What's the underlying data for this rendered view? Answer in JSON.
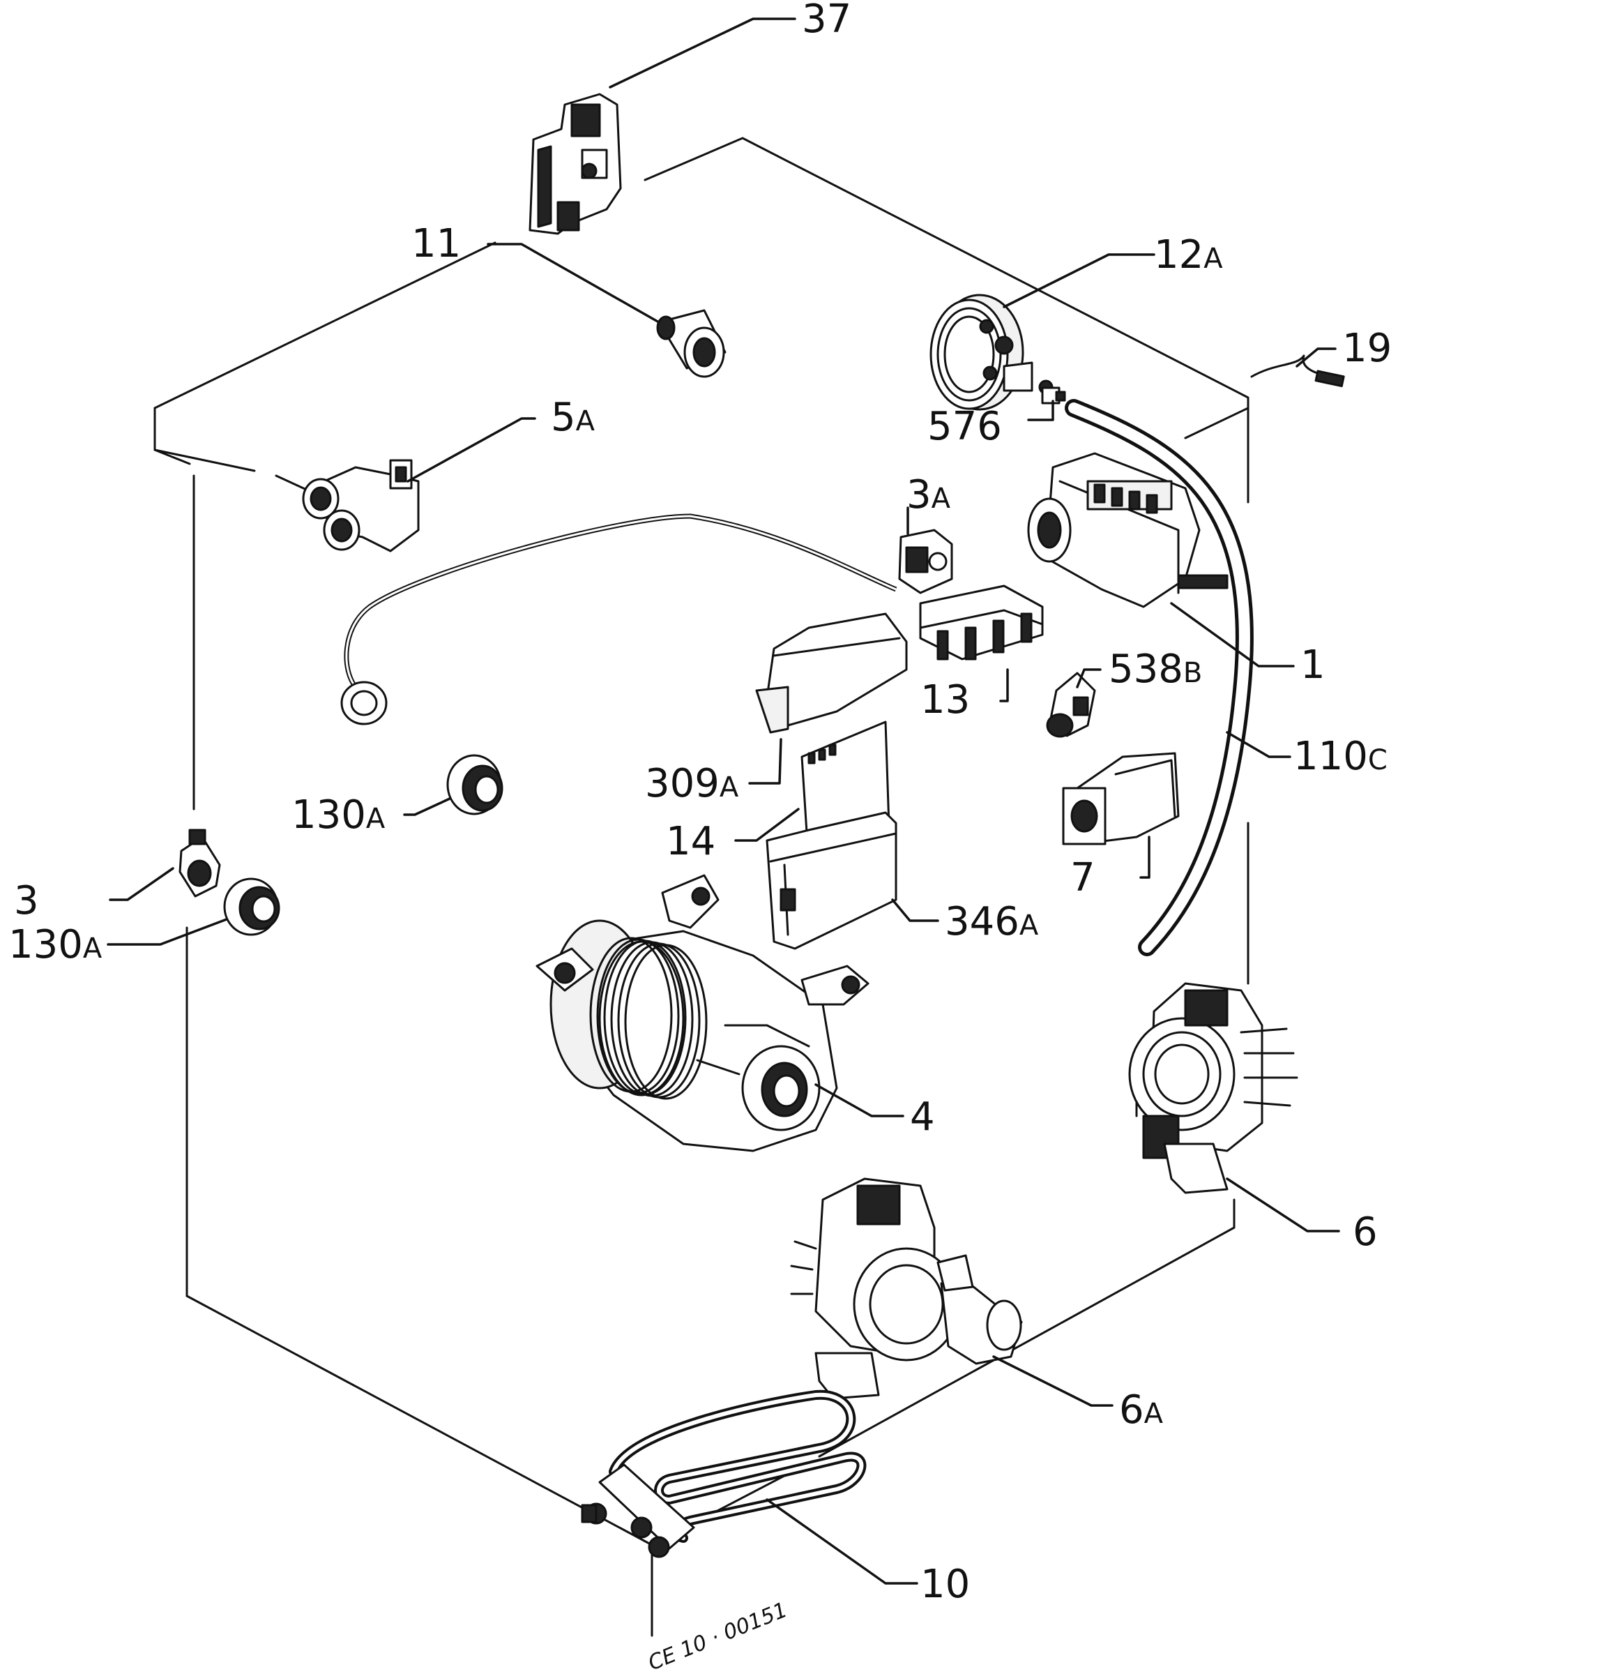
{
  "labels": {
    "p37": "37",
    "p11": "11",
    "p12a": "12",
    "p12a_suffix": "A",
    "p19": "19",
    "p576": "576",
    "p5a": "5",
    "p5a_suffix": "A",
    "p3a": "3",
    "p3a_suffix": "A",
    "p1": "1",
    "p538b": "538",
    "p538b_suffix": "B",
    "p13": "13",
    "p110c": "110",
    "p110c_suffix": "C",
    "p309a": "309",
    "p309a_suffix": "A",
    "p14": "14",
    "p130a_upper": "130",
    "p130a_upper_suffix": "A",
    "p7": "7",
    "p3": "3",
    "p130a_lower": "130",
    "p130a_lower_suffix": "A",
    "p346a": "346",
    "p346a_suffix": "A",
    "p4": "4",
    "p6": "6",
    "p6a": "6",
    "p6a_suffix": "A",
    "p10": "10"
  },
  "drawing_code": "CE 10 · 00151"
}
